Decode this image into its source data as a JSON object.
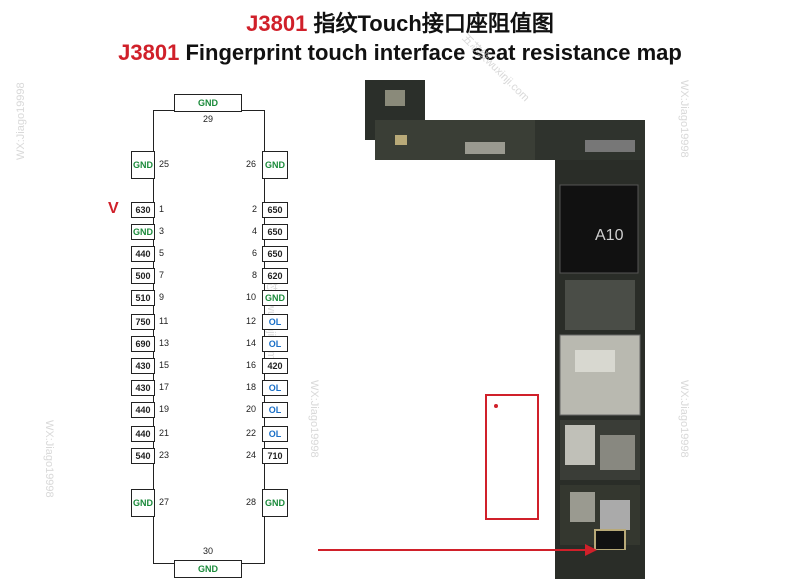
{
  "title": {
    "line1_code": "J3801",
    "line1_rest": " 指纹Touch接口座阻值图",
    "line2_code": "J3801",
    "line2_rest": " Fingerprint touch interface seat resistance map"
  },
  "watermarks": [
    "WX:Jiago19998",
    "五芯级wuxinji.com"
  ],
  "connector": {
    "top": {
      "pin": "29",
      "label": "GND"
    },
    "bottom": {
      "pin": "30",
      "label": "GND"
    },
    "left": [
      {
        "pin": "25",
        "label": "GND",
        "kind": "gnd"
      },
      {
        "pin": "1",
        "label": "630",
        "kind": "val"
      },
      {
        "pin": "3",
        "label": "GND",
        "kind": "gnd"
      },
      {
        "pin": "5",
        "label": "440",
        "kind": "val"
      },
      {
        "pin": "7",
        "label": "500",
        "kind": "val"
      },
      {
        "pin": "9",
        "label": "510",
        "kind": "val"
      },
      {
        "pin": "11",
        "label": "750",
        "kind": "val"
      },
      {
        "pin": "13",
        "label": "690",
        "kind": "val"
      },
      {
        "pin": "15",
        "label": "430",
        "kind": "val"
      },
      {
        "pin": "17",
        "label": "430",
        "kind": "val"
      },
      {
        "pin": "19",
        "label": "440",
        "kind": "val"
      },
      {
        "pin": "21",
        "label": "440",
        "kind": "val"
      },
      {
        "pin": "23",
        "label": "540",
        "kind": "val"
      },
      {
        "pin": "27",
        "label": "GND",
        "kind": "gnd"
      }
    ],
    "right": [
      {
        "pin": "26",
        "label": "GND",
        "kind": "gnd"
      },
      {
        "pin": "2",
        "label": "650",
        "kind": "val"
      },
      {
        "pin": "4",
        "label": "650",
        "kind": "val"
      },
      {
        "pin": "6",
        "label": "650",
        "kind": "val"
      },
      {
        "pin": "8",
        "label": "620",
        "kind": "val"
      },
      {
        "pin": "10",
        "label": "GND",
        "kind": "gnd"
      },
      {
        "pin": "12",
        "label": "OL",
        "kind": "ol"
      },
      {
        "pin": "14",
        "label": "OL",
        "kind": "ol"
      },
      {
        "pin": "16",
        "label": "420",
        "kind": "val"
      },
      {
        "pin": "18",
        "label": "OL",
        "kind": "ol"
      },
      {
        "pin": "20",
        "label": "OL",
        "kind": "ol"
      },
      {
        "pin": "22",
        "label": "OL",
        "kind": "ol"
      },
      {
        "pin": "24",
        "label": "710",
        "kind": "val"
      },
      {
        "pin": "28",
        "label": "GND",
        "kind": "gnd"
      }
    ],
    "pin1_marker": "V"
  },
  "board": {
    "chip_label": "A10"
  },
  "colors": {
    "red": "#d0202a",
    "gnd": "#1a8a3a",
    "ol": "#1a6fc6"
  }
}
